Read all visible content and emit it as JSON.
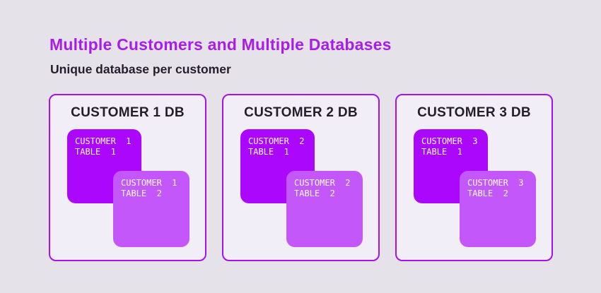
{
  "page": {
    "title": "Multiple Customers and Multiple Databases",
    "subtitle": "Unique database per customer"
  },
  "colors": {
    "page_background": "#e5e3e9",
    "card_background": "#f2eef7",
    "card_border": "#a512ef",
    "title_accent": "#a91de9",
    "heading_text": "#241e2c",
    "table1_fill": "#ab07fc",
    "table2_fill": "#c457f9",
    "table_text": "#ffffff"
  },
  "databases": [
    {
      "label": "CUSTOMER 1 DB",
      "table1": {
        "line1": "CUSTOMER  1",
        "line2": "TABLE  1"
      },
      "table2": {
        "line1": "CUSTOMER  1",
        "line2": "TABLE  2"
      }
    },
    {
      "label": "CUSTOMER 2 DB",
      "table1": {
        "line1": "CUSTOMER  2",
        "line2": "TABLE  1"
      },
      "table2": {
        "line1": "CUSTOMER  2",
        "line2": "TABLE  2"
      }
    },
    {
      "label": "CUSTOMER 3 DB",
      "table1": {
        "line1": "CUSTOMER  3",
        "line2": "TABLE  1"
      },
      "table2": {
        "line1": "CUSTOMER  3",
        "line2": "TABLE  2"
      }
    }
  ]
}
